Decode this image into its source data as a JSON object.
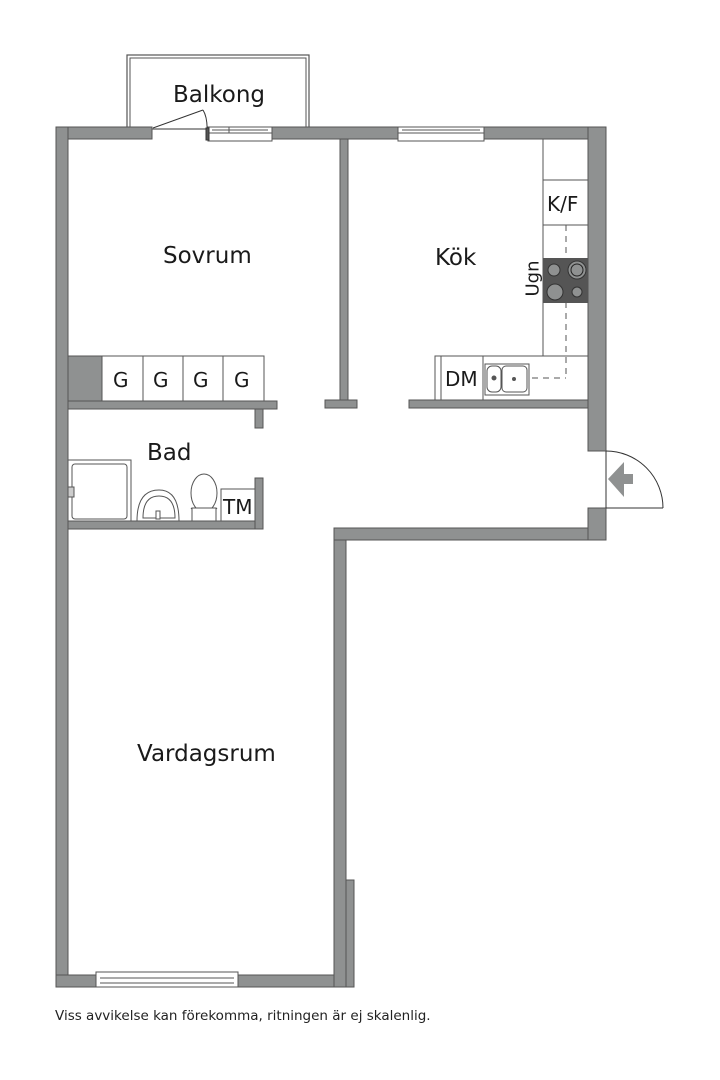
{
  "plan": {
    "colors": {
      "wall": "#8f9191",
      "wall_edge": "#555555",
      "dark_fixture": "#555555",
      "line": "#333333"
    },
    "rooms": [
      {
        "id": "balkong",
        "label": "Balkong"
      },
      {
        "id": "sovrum",
        "label": "Sovrum"
      },
      {
        "id": "kok",
        "label": "Kök"
      },
      {
        "id": "bad",
        "label": "Bad"
      },
      {
        "id": "vardagsrum",
        "label": "Vardagsrum"
      }
    ],
    "fixtures": {
      "wardrobes": [
        "G",
        "G",
        "G",
        "G"
      ],
      "fridge_freezer": "K/F",
      "oven": "Ugn",
      "dishwasher": "DM",
      "washing_machine": "TM"
    },
    "entrance_icon": "entrance-arrow-icon"
  },
  "footer": {
    "disclaimer": "Viss avvikelse kan förekomma, ritningen är ej skalenlig."
  }
}
